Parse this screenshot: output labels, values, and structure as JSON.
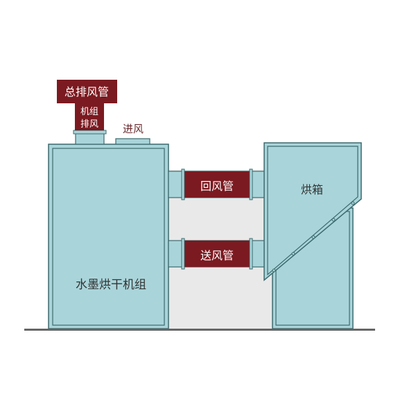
{
  "labels": {
    "main_exhaust": "总排风管",
    "unit_exhaust_line1": "机组",
    "unit_exhaust_line2": "排风",
    "air_intake": "进风",
    "return_duct": "回风管",
    "supply_duct": "送风管",
    "oven": "烘箱",
    "dryer_unit": "水墨烘干机组"
  },
  "colors": {
    "equipment_fill": "#a9d5da",
    "equipment_stroke": "#3d6a6e",
    "duct_fill": "#7b1a20",
    "duct_text": "#ffffff",
    "label_text": "#6b2a2e",
    "body_text": "#333333",
    "background_area": "#e9e9e9",
    "ground": "#666666"
  }
}
